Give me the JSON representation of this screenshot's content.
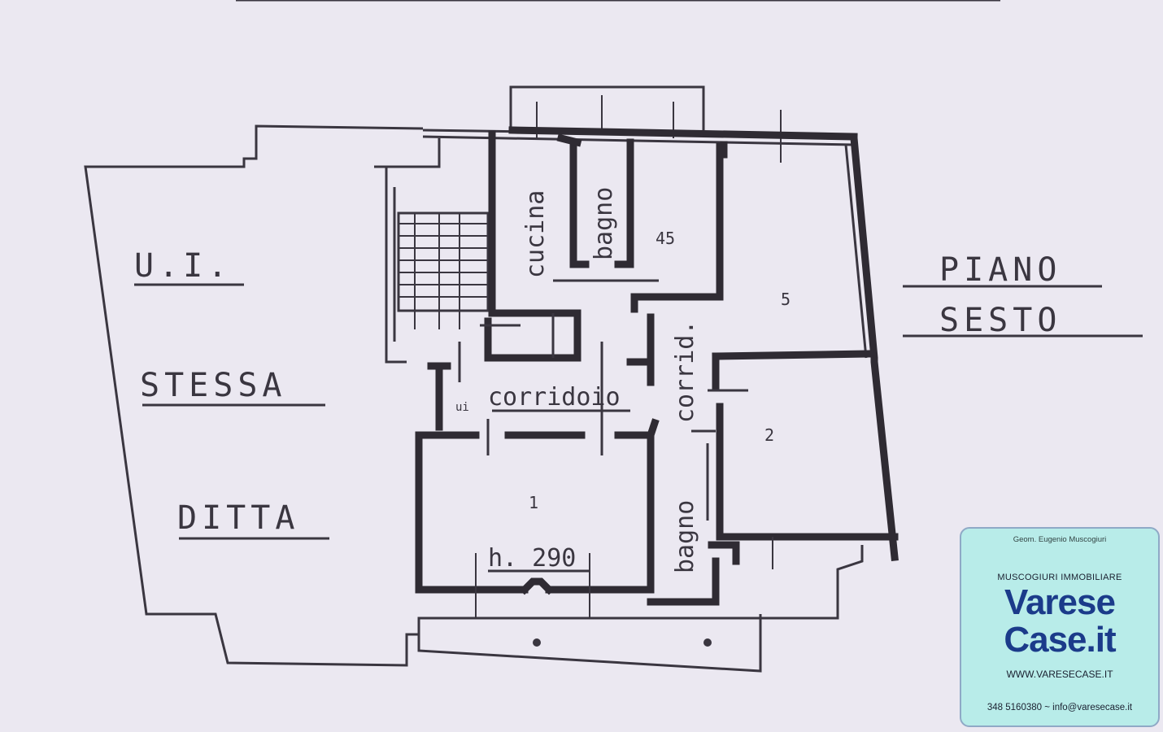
{
  "labels": {
    "ui": "U.I.",
    "stessa": "STESSA",
    "ditta": "DITTA",
    "piano": "PIANO",
    "sesto": "SESTO",
    "cucina": "cucina",
    "bagno_top": "bagno",
    "corridoio": "corridoio",
    "corrid": "corrid.",
    "bagno_bottom": "bagno",
    "height": "h. 290",
    "room_45": "45",
    "room_5": "5",
    "room_2": "2",
    "room_1": "1",
    "room_ui": "ui"
  },
  "logo": {
    "owner": "Geom. Eugenio Muscogiuri",
    "agency": "MUSCOGIURI  IMMOBILIARE",
    "brand_line1": "Varese",
    "brand_line2": "Case.it",
    "website": "WWW.VARESECASE.IT",
    "contact": "348 5160380 ~ info@varesecase.it"
  }
}
